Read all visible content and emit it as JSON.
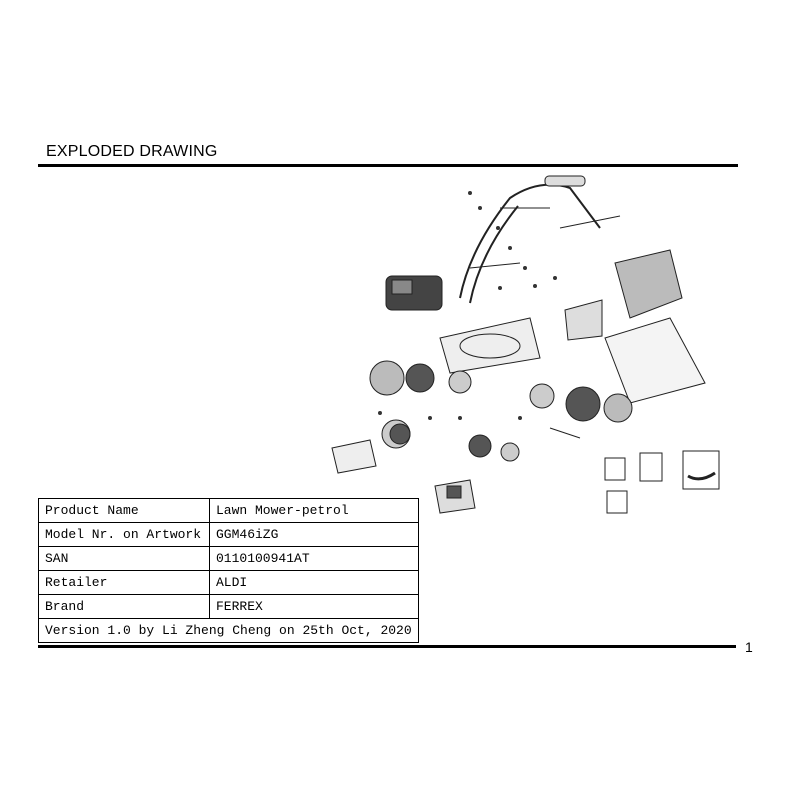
{
  "header": {
    "title": "EXPLODED DRAWING"
  },
  "footer": {
    "page_number": "1"
  },
  "drawing": {
    "icon": "lawn-mower-exploded-diagram"
  },
  "product_table": {
    "rows": [
      {
        "label": "Product Name",
        "value": "Lawn Mower-petrol"
      },
      {
        "label": "Model Nr. on Artwork",
        "value": "GGM46iZG"
      },
      {
        "label": "SAN",
        "value": "0110100941AT"
      },
      {
        "label": "Retailer",
        "value": "ALDI"
      },
      {
        "label": "Brand",
        "value": "FERREX"
      }
    ],
    "version": "Version 1.0 by Li Zheng Cheng on 25th Oct, 2020"
  }
}
